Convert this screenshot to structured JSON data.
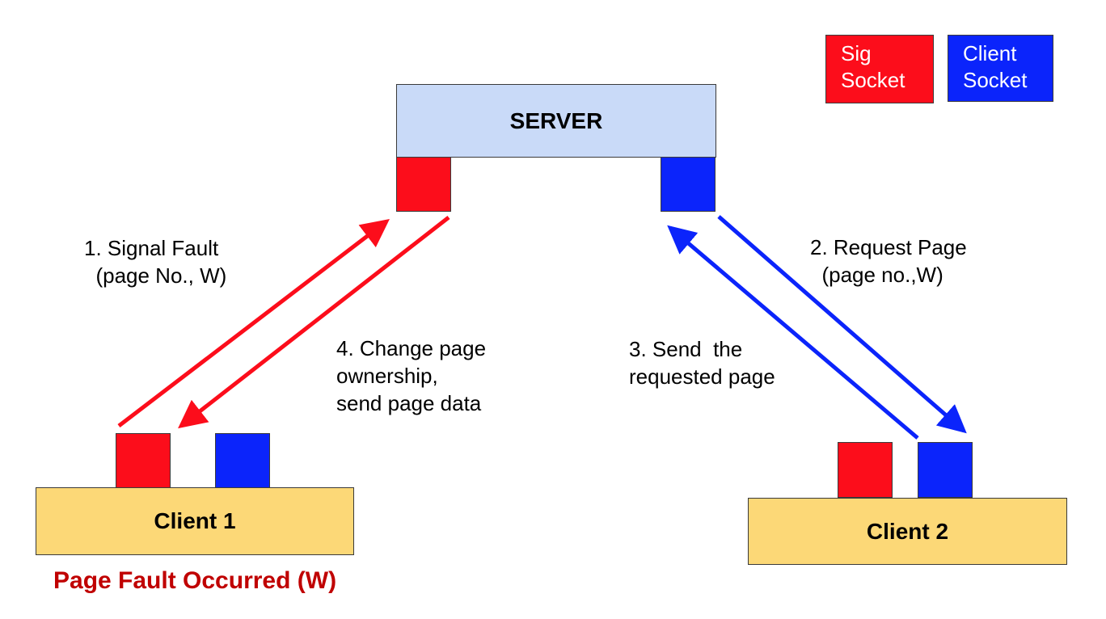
{
  "legend": {
    "sig_socket": "Sig\nSocket",
    "client_socket": "Client\nSocket",
    "sig_color": "#fc0d1b",
    "client_color": "#0b24fb"
  },
  "server": {
    "label": "SERVER"
  },
  "client1": {
    "label": "Client 1"
  },
  "client2": {
    "label": "Client 2"
  },
  "steps": {
    "step1": "1. Signal Fault\n  (page No., W)",
    "step2": "2. Request Page\n  (page no.,W)",
    "step3": "3. Send  the\nrequested page",
    "step4": "4. Change page\nownership,\nsend page data"
  },
  "status": {
    "fault": "Page Fault Occurred (W)"
  }
}
